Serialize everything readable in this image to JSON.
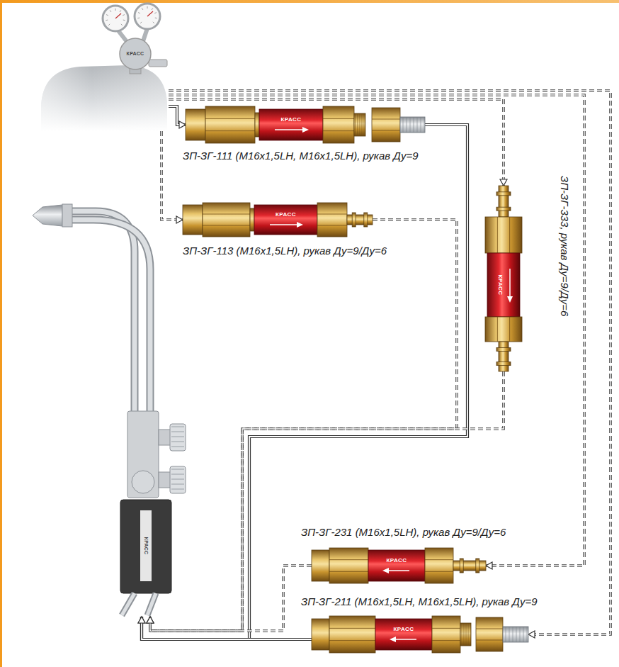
{
  "diagram": {
    "nodes": [
      {
        "text": [
          "КРАСС"
        ]
      },
      {
        "text": [
          "КРАСС",
          "ЗП-ЗГ-111 (М16х1,5LH, М16х1,5LH), рукав Ду=9"
        ]
      },
      {
        "text": [
          "КРАСС",
          "ЗП-ЗГ-113 (М16х1,5LH), рукав Ду=9/Ду=6"
        ]
      },
      {
        "text": [
          "КРАСС",
          "ЗП-ЗГ-333, рукав Ду=9/Ду=6"
        ]
      },
      {
        "text": [
          "КРАСС"
        ]
      },
      {
        "text": [
          "КРАСС",
          "ЗП-ЗГ-231 (М16х1,5LH), рукав Ду=9/Ду=6"
        ]
      },
      {
        "text": [
          "КРАСС",
          "ЗП-ЗГ-211 (М16х1,5LH, М16х1,5LH), рукав Ду=9"
        ]
      }
    ],
    "edges": [
      {
        "from": 0,
        "to": 1,
        "arrow": "to"
      },
      {
        "from": 0,
        "to": 2,
        "arrow": "to"
      },
      {
        "from": 0,
        "to": 3,
        "arrow": "to"
      },
      {
        "from": 0,
        "to": 5,
        "arrow": "to"
      },
      {
        "from": 0,
        "to": 6,
        "arrow": "to"
      },
      {
        "from": 1,
        "to": 4,
        "arrow": "to"
      },
      {
        "from": 2,
        "to": 4,
        "arrow": "to"
      },
      {
        "from": 3,
        "to": 4,
        "arrow": "to"
      },
      {
        "from": 5,
        "to": 4,
        "arrow": "to"
      },
      {
        "from": 6,
        "to": 4,
        "arrow": "to"
      }
    ]
  }
}
